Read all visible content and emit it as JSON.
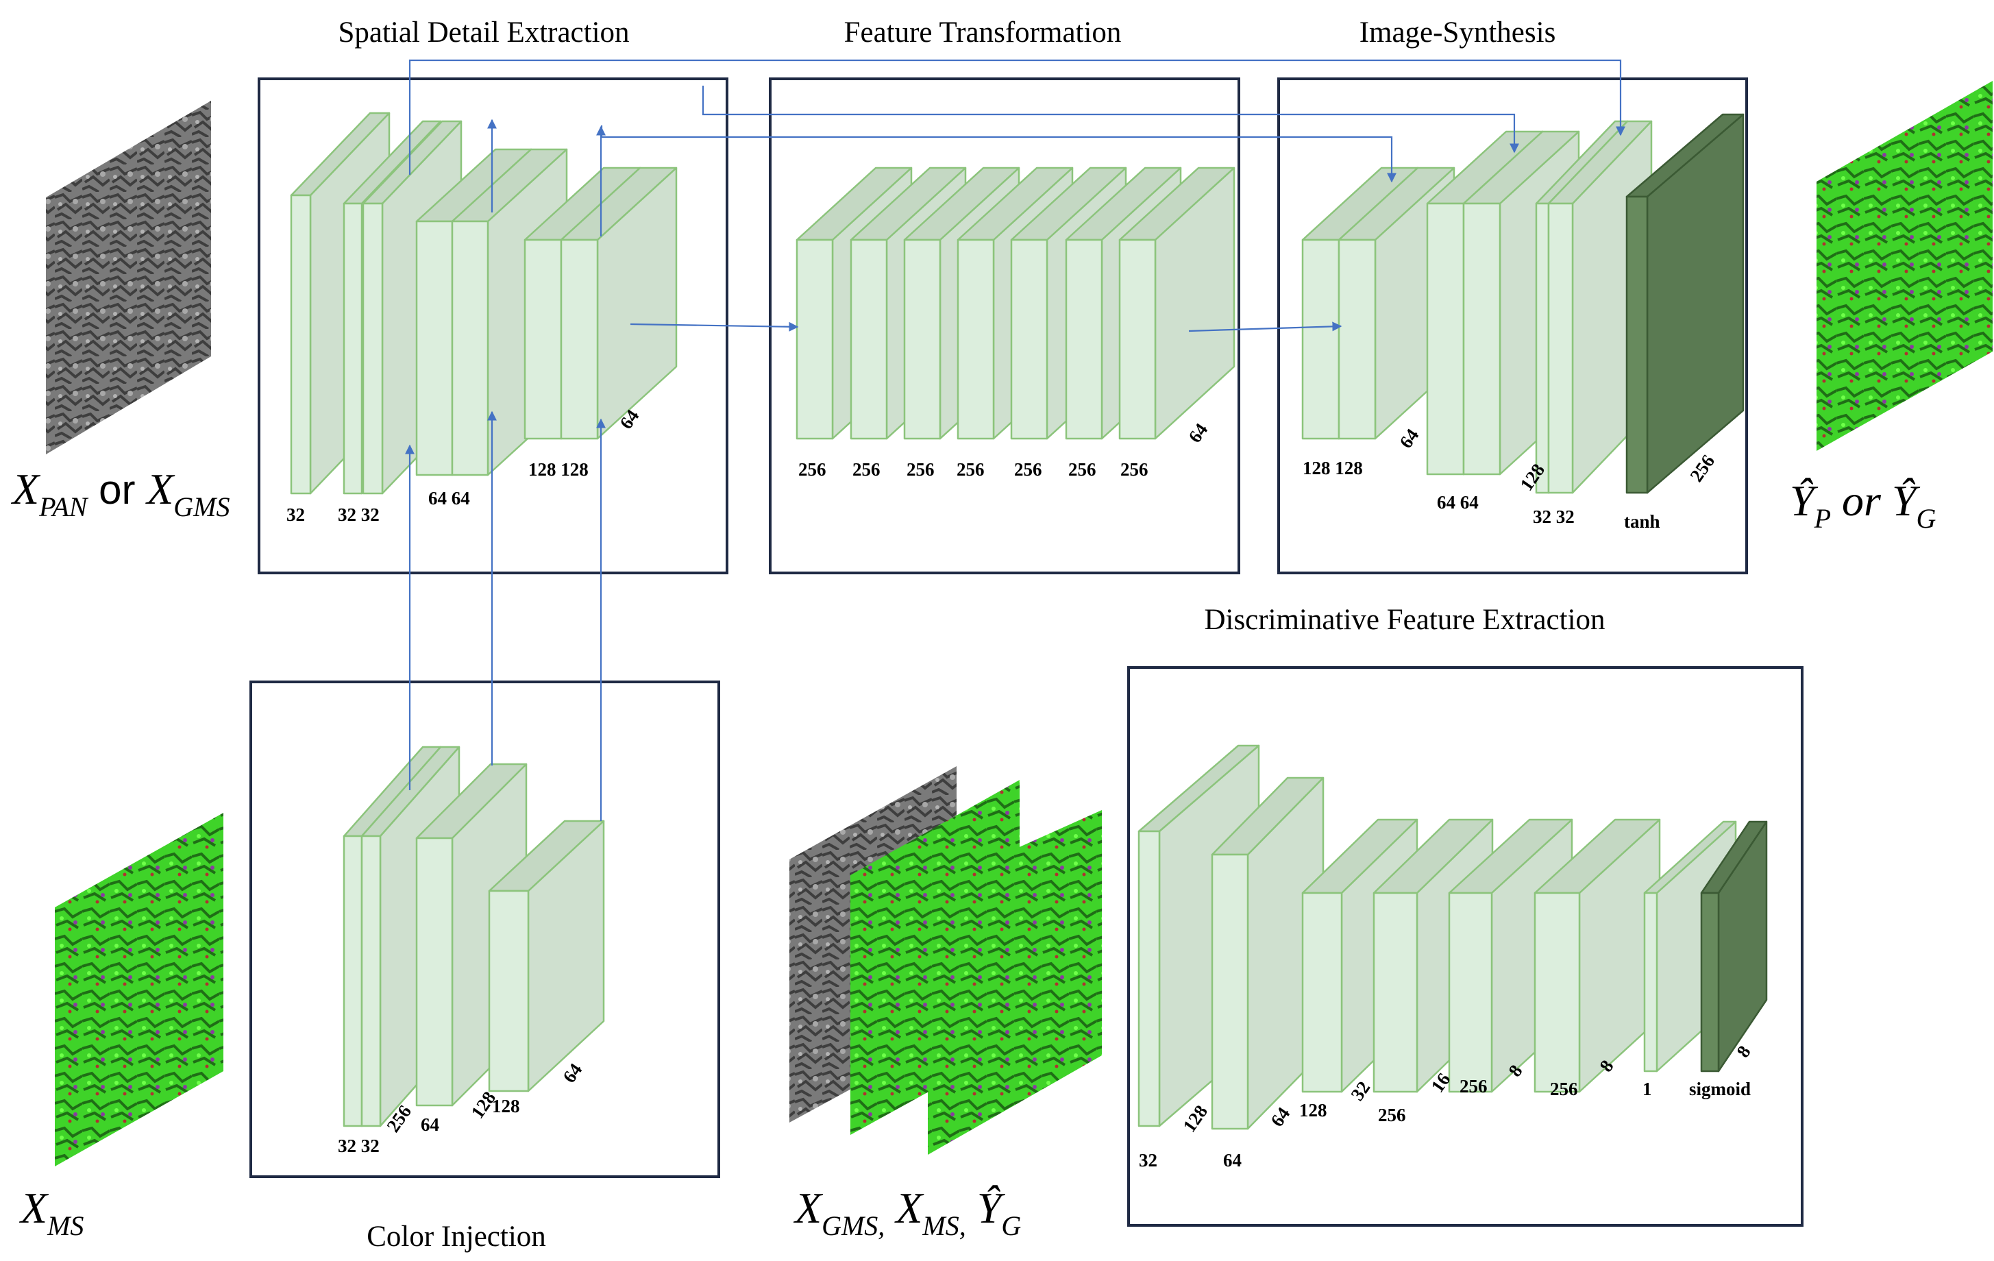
{
  "sections": {
    "spatial": "Spatial Detail Extraction",
    "feature": "Feature Transformation",
    "synthesis": "Image-Synthesis",
    "color": "Color Injection",
    "discriminative": "Discriminative Feature Extraction"
  },
  "variables": {
    "input_pan": {
      "x": "X",
      "sub1": "PAN",
      "or": " or ",
      "x2": "X",
      "sub2": "GMS"
    },
    "output": {
      "y": "Ŷ",
      "sub1": "P",
      "or": " or ",
      "y2": "Ŷ",
      "sub2": "G"
    },
    "input_ms": {
      "x": "X",
      "sub": "MS"
    },
    "disc_inputs": {
      "x1": "X",
      "s1": "GMS,",
      "x2": " X",
      "s2": "MS,",
      "y": " Ŷ",
      "s3": "G"
    }
  },
  "activations": {
    "generator": "tanh",
    "discriminator": "sigmoid"
  },
  "colors": {
    "layer_front": "#dceedd",
    "layer_side": "#cfe0cf",
    "layer_top": "#c4d8c3",
    "layer_edge": "#8cc47c",
    "dark_front": "#678a5d",
    "dark_side": "#5a7a52",
    "dark_edge": "#3b5a34",
    "box": "#1f2a44",
    "arrow": "#4472c4",
    "gray_image": "#6e6e6e",
    "green_image": "#3fd329"
  },
  "labels": {
    "spatial": [
      "32",
      "32 32",
      "64 64",
      "128 128",
      "64"
    ],
    "feature": [
      "256",
      "256",
      "256",
      "256",
      "256",
      "256",
      "256",
      "64"
    ],
    "synthesis": [
      "128 128",
      "64",
      "64 64",
      "128",
      "32 32",
      "256"
    ],
    "color": [
      "32 32",
      "256",
      "64",
      "128",
      "128",
      "64"
    ],
    "disc": [
      "128",
      "32",
      "64",
      "64",
      "128",
      "32",
      "256",
      "16",
      "256",
      "8",
      "256",
      "8",
      "1",
      "8"
    ]
  }
}
